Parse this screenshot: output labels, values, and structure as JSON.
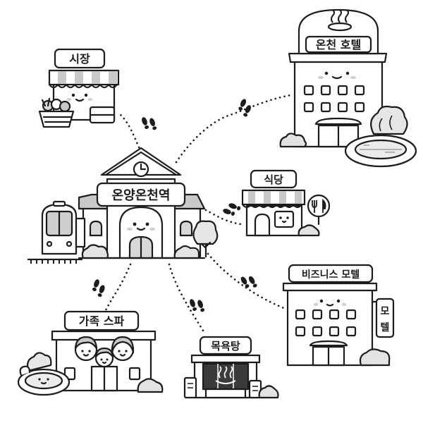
{
  "places": {
    "station": {
      "name": "온양온천역"
    },
    "market": {
      "name": "시장"
    },
    "onsen_hotel": {
      "name": "온천 호텔"
    },
    "restaurant": {
      "name": "식당"
    },
    "business_motel": {
      "name": "비즈니스 모텔",
      "sign": [
        "모",
        "텔"
      ]
    },
    "bathhouse": {
      "name": "목욕탕"
    },
    "family_spa": {
      "name": "가족 스파"
    }
  },
  "icons": [
    "clock-icon",
    "hot-spring-icon",
    "fork-knife-icon",
    "footprints-icon",
    "train-icon",
    "tree-icon",
    "bush-icon",
    "vegetable-basket-icon"
  ]
}
